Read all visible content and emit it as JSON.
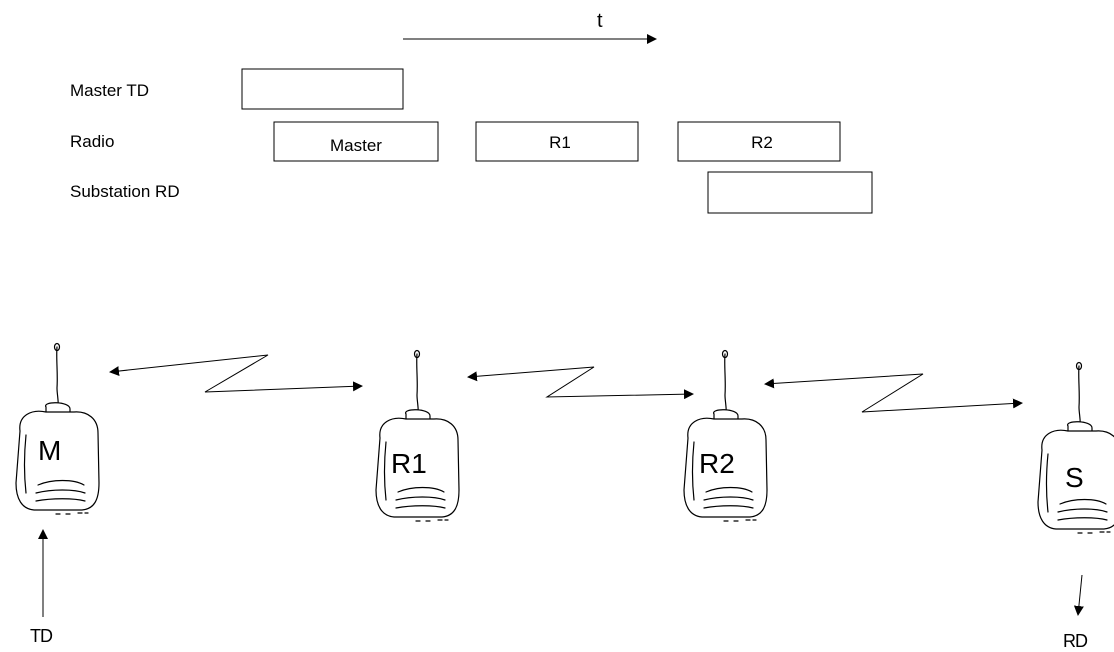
{
  "timeline": {
    "axis_label": "t",
    "rows": [
      {
        "label": "Master TD"
      },
      {
        "label": "Radio"
      },
      {
        "label": "Substation RD"
      }
    ],
    "radio_boxes": [
      "Master",
      "R1",
      "R2"
    ]
  },
  "radios": [
    {
      "name": "M"
    },
    {
      "name": "R1"
    },
    {
      "name": "R2"
    },
    {
      "name": "S"
    }
  ],
  "io": {
    "input_label": "TD",
    "output_label": "RD"
  }
}
